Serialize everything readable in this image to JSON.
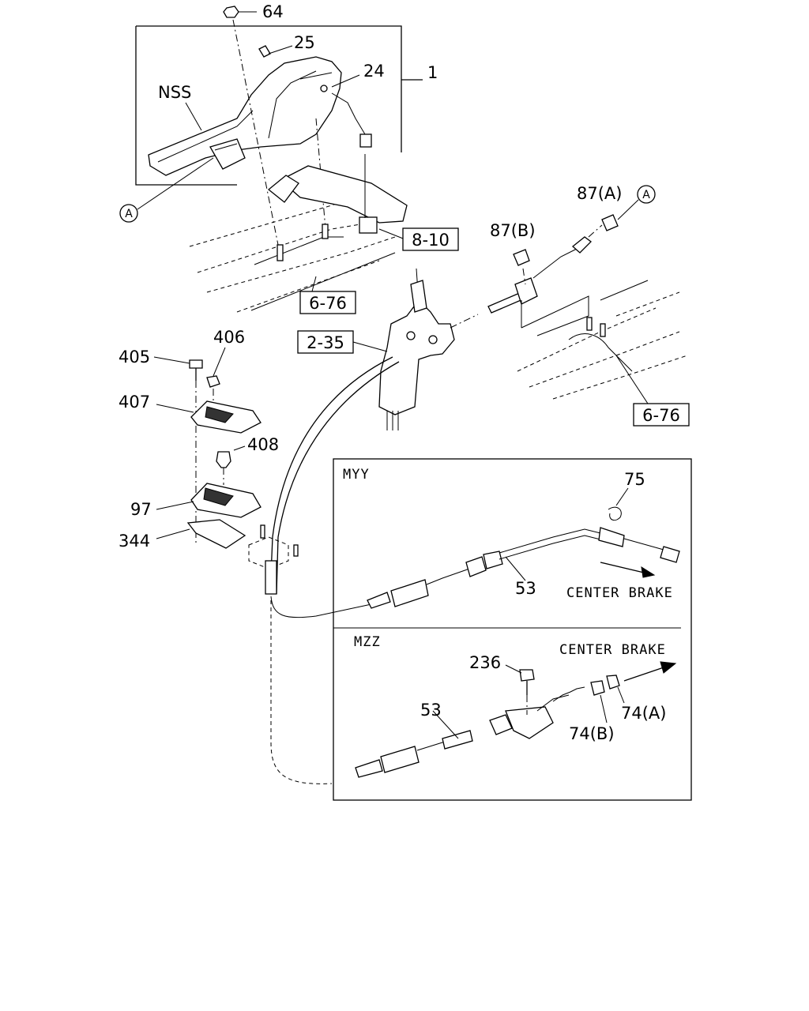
{
  "labels": {
    "p64": "64",
    "p25": "25",
    "p24": "24",
    "p1": "1",
    "nss": "NSS",
    "circA1": "A",
    "ref810": "8-10",
    "ref676a": "6-76",
    "p87a": "87(A)",
    "circA2": "A",
    "p87b": "87(B)",
    "ref235": "2-35",
    "ref676b": "6-76",
    "p405": "405",
    "p406": "406",
    "p407": "407",
    "p408": "408",
    "p97": "97",
    "p344": "344",
    "myy": "MYY",
    "p75": "75",
    "p53a": "53",
    "centerBrake1": "CENTER BRAKE",
    "mzz": "MZZ",
    "centerBrake2": "CENTER BRAKE",
    "p236": "236",
    "p53b": "53",
    "p74a": "74(A)",
    "p74b": "74(B)"
  }
}
